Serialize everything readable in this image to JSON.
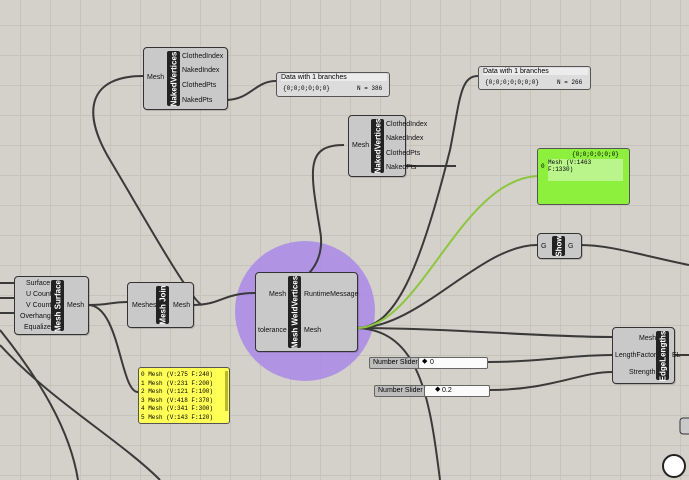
{
  "surface_param": {
    "inputs": [
      "Surface",
      "U Count",
      "V Count",
      "Overhang",
      "Equalize"
    ],
    "name": "Mesh Surface",
    "output": "Mesh"
  },
  "mesh_join": {
    "input": "Meshes",
    "name": "Mesh Join",
    "output": "Mesh"
  },
  "naked_top": {
    "input": "Mesh",
    "name": "NakedVertices",
    "outputs": [
      "ClothedIndex",
      "NakedIndex",
      "ClothedPts",
      "NakedPts"
    ]
  },
  "naked_mid": {
    "input": "Mesh",
    "name": "NakedVertices",
    "outputs": [
      "ClothedIndex",
      "NakedIndex",
      "ClothedPts",
      "NakedPts"
    ]
  },
  "panel_data_1": {
    "title": "Data with 1 branches",
    "path": "{0;0;0;0;0;0}",
    "count": "N = 386"
  },
  "panel_data_2": {
    "title": "Data with 1 branches",
    "path": "{0;0;0;0;0;0;0}",
    "count": "N = 266"
  },
  "panel_green": {
    "path": "{0;0;0;0;0;0}",
    "index": "0",
    "line1": "Mesh  (V:1463",
    "line2": "F:1330)"
  },
  "show_comp": {
    "input": "G",
    "name": "Show",
    "output": "G"
  },
  "weld": {
    "inputs": [
      "Mesh",
      "tolerance"
    ],
    "name": "Mesh WeldVertices",
    "outputs": [
      "RuntimeMessage",
      "Mesh"
    ]
  },
  "sliders": [
    {
      "label": "Number Slider",
      "value": "0"
    },
    {
      "label": "Number Slider",
      "value": "0.2"
    }
  ],
  "edge": {
    "inputs": [
      "Mesh",
      "LengthFactor",
      "Strength"
    ],
    "name": "EdgeLengths",
    "output": "EL"
  },
  "panel_yellow": {
    "rows": [
      "0 Mesh  (V:275  F:240)",
      "1 Mesh  (V:231  F:200)",
      "2 Mesh  (V:121  F:100)",
      "3 Mesh  (V:418  F:370)",
      "4 Mesh  (V:341  F:300)",
      "5 Mesh  (V:143  F:120)"
    ]
  },
  "colors": {
    "canvas": "#d4d1ca",
    "wire": "#3a3a3a",
    "wire_active": "#8cc63f",
    "panel_green": "#8cf03c",
    "panel_yellow": "#ffff55",
    "preview_circle": "#a98ae8"
  }
}
